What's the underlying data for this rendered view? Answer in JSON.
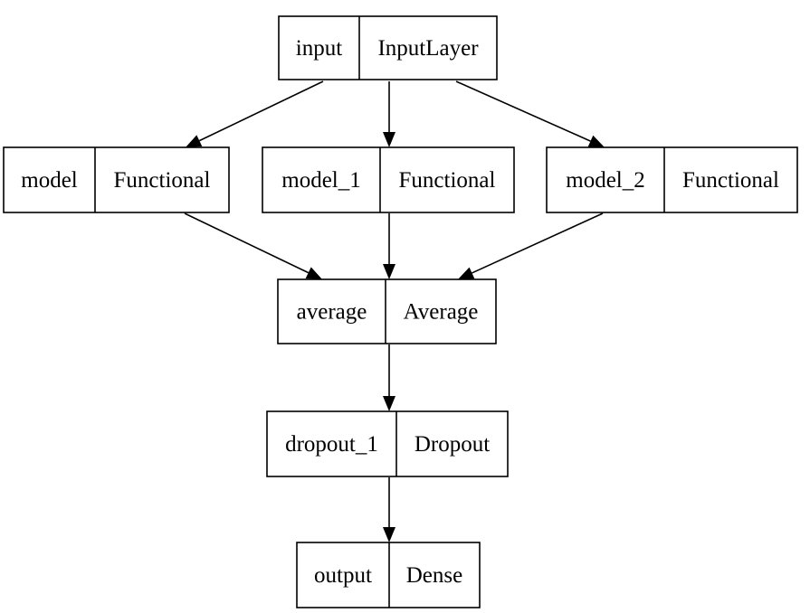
{
  "nodes": [
    {
      "id": "input",
      "name": "input",
      "type": "InputLayer"
    },
    {
      "id": "model",
      "name": "model",
      "type": "Functional"
    },
    {
      "id": "model_1",
      "name": "model_1",
      "type": "Functional"
    },
    {
      "id": "model_2",
      "name": "model_2",
      "type": "Functional"
    },
    {
      "id": "average",
      "name": "average",
      "type": "Average"
    },
    {
      "id": "dropout_1",
      "name": "dropout_1",
      "type": "Dropout"
    },
    {
      "id": "output",
      "name": "output",
      "type": "Dense"
    }
  ],
  "edges": [
    {
      "from": "input",
      "to": "model"
    },
    {
      "from": "input",
      "to": "model_1"
    },
    {
      "from": "input",
      "to": "model_2"
    },
    {
      "from": "model",
      "to": "average"
    },
    {
      "from": "model_1",
      "to": "average"
    },
    {
      "from": "model_2",
      "to": "average"
    },
    {
      "from": "average",
      "to": "dropout_1"
    },
    {
      "from": "dropout_1",
      "to": "output"
    }
  ]
}
